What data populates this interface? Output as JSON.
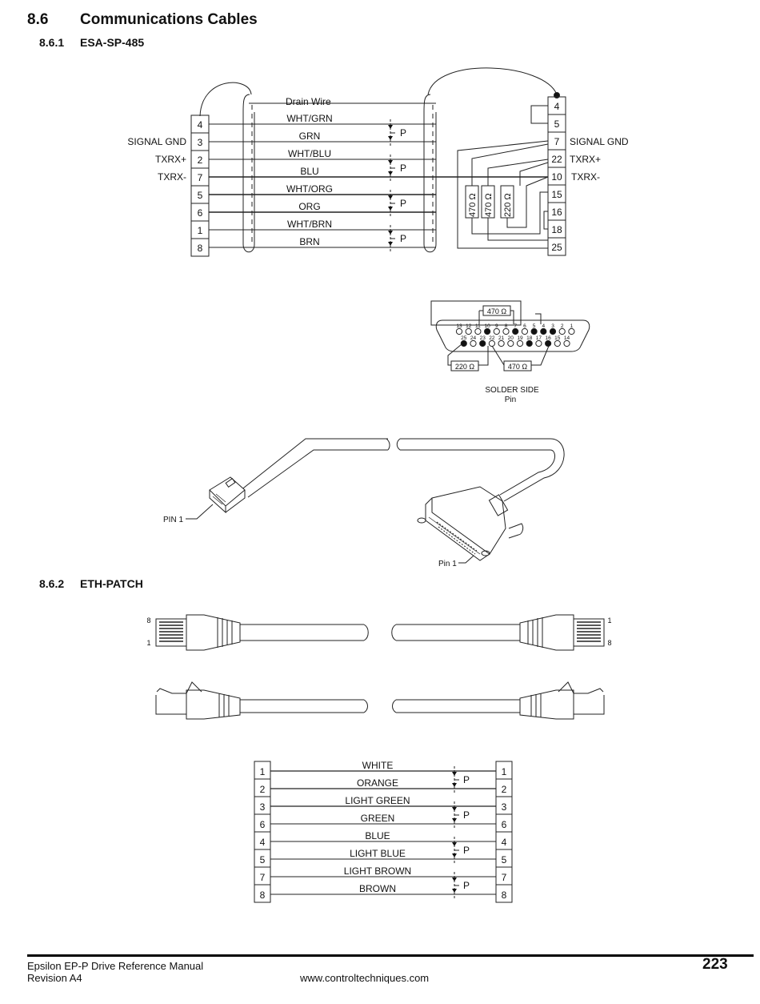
{
  "section": {
    "number": "8.6",
    "title": "Communications Cables"
  },
  "sub1": {
    "number": "8.6.1",
    "title": "ESA-SP-485"
  },
  "sub2": {
    "number": "8.6.2",
    "title": "ETH-PATCH"
  },
  "sp485": {
    "drain_label": "Drain Wire",
    "left_labels": [
      "SIGNAL GND",
      "TXRX+",
      "TXRX-"
    ],
    "right_labels": [
      "SIGNAL GND",
      "TXRX+",
      "TXRX-"
    ],
    "wires": [
      {
        "left_pin": "4",
        "color": "WHT/GRN"
      },
      {
        "left_pin": "3",
        "color": "GRN"
      },
      {
        "left_pin": "2",
        "color": "WHT/BLU"
      },
      {
        "left_pin": "7",
        "color": "BLU"
      },
      {
        "left_pin": "5",
        "color": "WHT/ORG"
      },
      {
        "left_pin": "6",
        "color": "ORG"
      },
      {
        "left_pin": "1",
        "color": "WHT/BRN"
      },
      {
        "left_pin": "8",
        "color": "BRN"
      }
    ],
    "right_pins": [
      "4",
      "5",
      "7",
      "22",
      "10",
      "15",
      "16",
      "18",
      "25"
    ],
    "pair_label": "P",
    "resistors": [
      "470 Ω",
      "470 Ω",
      "220 Ω"
    ]
  },
  "dsub": {
    "top_pins": [
      "13",
      "12",
      "11",
      "10",
      "9",
      "8",
      "7",
      "6",
      "5",
      "4",
      "3",
      "2",
      "1"
    ],
    "bottom_pins": [
      "25",
      "24",
      "23",
      "22",
      "21",
      "20",
      "19",
      "18",
      "17",
      "16",
      "15",
      "14"
    ],
    "resistor_top": "470 Ω",
    "resistor_bottom_left": "220 Ω",
    "resistor_bottom_right": "470 Ω",
    "caption1": "SOLDER SIDE",
    "caption2": "Pin"
  },
  "cable1": {
    "rj45_pin": "PIN 1",
    "db25_pin": "Pin 1"
  },
  "eth": {
    "left_plug_top": "8",
    "left_plug_bottom": "1",
    "right_plug_top": "1",
    "right_plug_bottom": "8",
    "pair_label": "P",
    "wires": [
      {
        "pin": "1",
        "color": "WHITE"
      },
      {
        "pin": "2",
        "color": "ORANGE"
      },
      {
        "pin": "3",
        "color": "LIGHT GREEN"
      },
      {
        "pin": "6",
        "color": "GREEN"
      },
      {
        "pin": "4",
        "color": "BLUE"
      },
      {
        "pin": "5",
        "color": "LIGHT BLUE"
      },
      {
        "pin": "7",
        "color": "LIGHT BROWN"
      },
      {
        "pin": "8",
        "color": "BROWN"
      }
    ]
  },
  "footer": {
    "manual": "Epsilon EP-P Drive Reference Manual",
    "revision": "Revision A4",
    "url": "www.controltechniques.com",
    "page": "223"
  }
}
